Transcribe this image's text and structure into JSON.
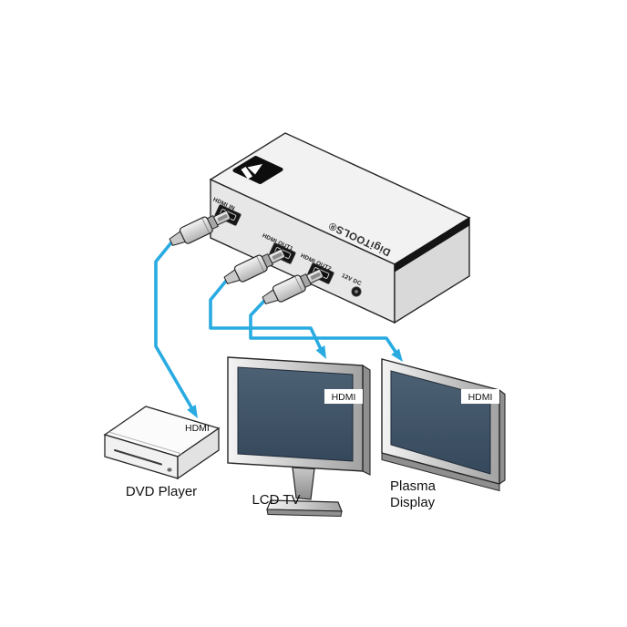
{
  "distributor": {
    "logo_icon": "kramer-logo",
    "brand": "DigiTOOLS®",
    "ports": {
      "in": "HDMI IN",
      "out1": "HDMI OUT1",
      "out2": "HDMI OUT2",
      "power": "12V DC"
    }
  },
  "connections": {
    "dvd": {
      "from_port": "HDMI IN",
      "label": "HDMI"
    },
    "lcd": {
      "from_port": "HDMI OUT1",
      "label": "HDMI"
    },
    "plasma": {
      "from_port": "HDMI OUT2",
      "label": "HDMI"
    }
  },
  "devices": {
    "dvd": {
      "name": "DVD Player"
    },
    "lcd": {
      "name": "LCD TV"
    },
    "plasma": {
      "name": "Plasma Display",
      "name_line1": "Plasma",
      "name_line2": "Display"
    }
  },
  "colors": {
    "cable": "#29abe2",
    "screen_dark": "#3e5166",
    "outline": "#262626",
    "chassis": "#e7e7e7"
  }
}
